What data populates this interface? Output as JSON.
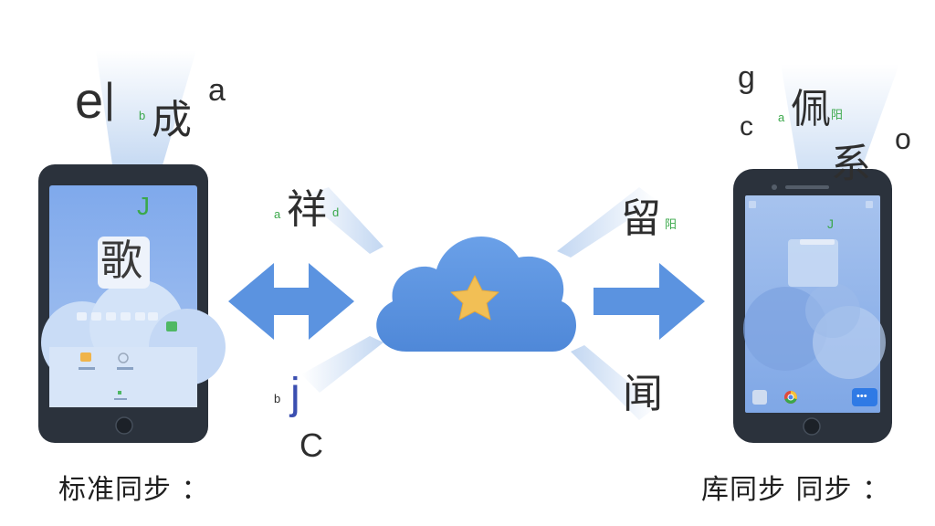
{
  "colors": {
    "device_frame": "#2b323c",
    "screen_blue": "#8fb5ee",
    "cloud_blue": "#5b93e0",
    "arrow_blue": "#5b93e0",
    "star_gold": "#f2bf55",
    "caption_text": "#1f1f1f",
    "green_accent": "#3aa84a"
  },
  "left_device": {
    "glyphs": [
      {
        "name": "glyph-left-e",
        "text": "e",
        "color": "#2e2e2e"
      },
      {
        "name": "glyph-left-bar",
        "text": "|",
        "color": "#2e2e2e"
      },
      {
        "name": "glyph-left-cheng",
        "text": "成",
        "color": "#2e2e2e"
      },
      {
        "name": "glyph-left-a",
        "text": "a",
        "color": "#2e2e2e"
      },
      {
        "name": "glyph-left-b",
        "text": "b",
        "color": "#3aa84a"
      },
      {
        "name": "glyph-left-j",
        "text": "J",
        "color": "#3aa84a"
      }
    ],
    "app_tile_text": "歌",
    "caption": "标准同步 ："
  },
  "center": {
    "glyphs": [
      {
        "name": "glyph-center-a",
        "text": "a",
        "color": "#3aa84a"
      },
      {
        "name": "glyph-center-xiang",
        "text": "祥",
        "color": "#2e2e2e"
      },
      {
        "name": "glyph-center-d",
        "text": "d",
        "color": "#3aa84a"
      },
      {
        "name": "glyph-center-b",
        "text": "b",
        "color": "#2e2e2e"
      },
      {
        "name": "glyph-center-j",
        "text": "j",
        "color": "#3b4fb0"
      },
      {
        "name": "glyph-center-c",
        "text": "C",
        "color": "#2e2e2e"
      },
      {
        "name": "glyph-center-liu",
        "text": "留",
        "color": "#2e2e2e"
      },
      {
        "name": "glyph-center-rb",
        "text": "阳",
        "color": "#3aa84a"
      },
      {
        "name": "glyph-center-wen",
        "text": "闻",
        "color": "#2e2e2e"
      }
    ]
  },
  "right_device": {
    "glyphs": [
      {
        "name": "glyph-right-g",
        "text": "g",
        "color": "#2e2e2e"
      },
      {
        "name": "glyph-right-c",
        "text": "c",
        "color": "#2e2e2e"
      },
      {
        "name": "glyph-right-a",
        "text": "a",
        "color": "#3aa84a"
      },
      {
        "name": "glyph-right-pei",
        "text": "佩",
        "color": "#2e2e2e"
      },
      {
        "name": "glyph-right-rb",
        "text": "阳",
        "color": "#3aa84a"
      },
      {
        "name": "glyph-right-xi",
        "text": "系",
        "color": "#2e2e2e"
      },
      {
        "name": "glyph-right-o",
        "text": "o",
        "color": "#2e2e2e"
      },
      {
        "name": "glyph-right-j",
        "text": "J",
        "color": "#3aa84a"
      }
    ],
    "dock_more_label": "•••",
    "caption": "库同步 同步 ："
  }
}
